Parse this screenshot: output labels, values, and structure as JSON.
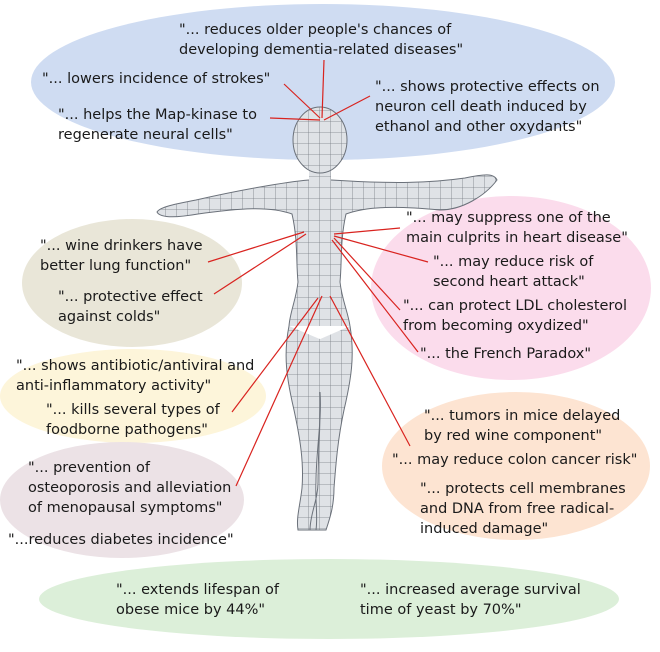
{
  "colors": {
    "brain": "#cfdcf2",
    "lung": "#e9e6d8",
    "heart": "#fbdcec",
    "infection": "#fdf5da",
    "bone": "#ece2e6",
    "cancer": "#fde4d2",
    "lifespan": "#dcefd9",
    "leader_line": "#d9231f",
    "figure_fill": "#dfe2e6",
    "figure_mesh": "#545a62"
  },
  "icons": {
    "figure": "human-body-wireframe"
  },
  "brain": {
    "dementia": "\"... reduces older people's chances of\ndeveloping dementia-related diseases\"",
    "strokes": "\"... lowers incidence of strokes\"",
    "map_kinase": "\"... helps the Map-kinase to\nregenerate neural cells\"",
    "neuron": "\"... shows protective effects on\nneuron cell death induced by\nethanol and other oxydants\""
  },
  "lungs": {
    "lung_function": "\"... wine drinkers have\nbetter lung function\"",
    "colds": "\"... protective effect\nagainst colds\""
  },
  "heart": {
    "culprits": "\"... may suppress one of the\nmain culprits in heart disease\"",
    "second_attack": "\"... may reduce risk of\nsecond heart attack\"",
    "ldl": "\"... can protect LDL cholesterol\nfrom becoming oxydized\"",
    "french_paradox": "\"... the French Paradox\""
  },
  "infection": {
    "antibiotic": "\"... shows antibiotic/antiviral and\nanti-inflammatory activity\"",
    "pathogens": "\"... kills several types of\nfoodborne pathogens\""
  },
  "bone": {
    "osteoporosis": "\"... prevention of\nosteoporosis and alleviation\nof menopausal symptoms\"",
    "diabetes": "\"...reduces diabetes incidence\""
  },
  "cancer": {
    "tumors": "\"... tumors in mice delayed\nby red wine component\"",
    "colon": "\"... may reduce colon cancer risk\"",
    "membranes": "\"... protects cell membranes\nand DNA from free radical-\ninduced damage\""
  },
  "lifespan": {
    "obese_mice": "\"... extends lifespan of\nobese mice by 44%\"",
    "yeast": "\"... increased average survival\ntime of yeast by 70%\""
  }
}
